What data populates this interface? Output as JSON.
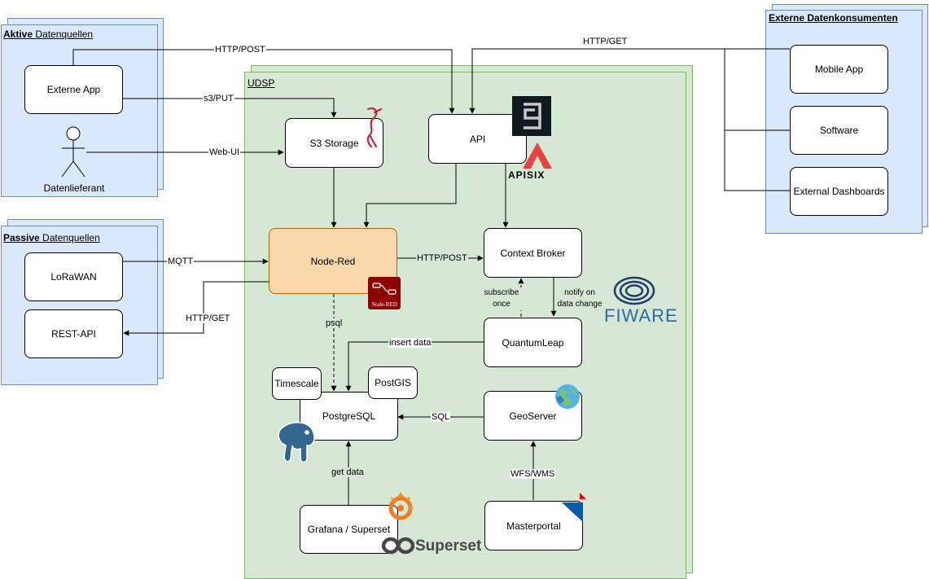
{
  "groups": {
    "aktive": {
      "title_bold": "Aktive",
      "title_rest": " Datenquellen"
    },
    "passive": {
      "title_bold": "Passive",
      "title_rest": " Datenquellen"
    },
    "externe": {
      "title": "Externe Datenkonsumenten"
    },
    "udsp": {
      "title": "UDSP"
    }
  },
  "nodes": {
    "externe_app": "Externe App",
    "datenlieferant": "Datenlieferant",
    "lorawan": "LoRaWAN",
    "rest_api": "REST-API",
    "s3_storage": "S3 Storage",
    "api": "API",
    "node_red": "Node-Red",
    "context_broker": "Context Broker",
    "quantumleap": "QuantumLeap",
    "timescale": "Timescale",
    "postgis": "PostGIS",
    "postgresql": "PostgreSQL",
    "geoserver": "GeoServer",
    "grafana": "Grafana / Superset",
    "masterportal": "Masterportal",
    "mobile_app": "Mobile App",
    "software": "Software",
    "external_dashboards": "External Dashboards"
  },
  "edges": {
    "http_post_top": "HTTP/POST",
    "http_get_top": "HTTP/GET",
    "s3_put": "s3/PUT",
    "web_ui": "Web-UI",
    "mqtt": "MQTT",
    "http_get_rest": "HTTP/GET",
    "http_post_cb": "HTTP/POST",
    "subscribe_once": "subscribe once",
    "notify": "notify on data change",
    "psql": "psql",
    "insert_data": "insert data",
    "sql": "SQL",
    "get_data": "get data",
    "wfs_wms": "WFS/WMS"
  },
  "logos": {
    "apisix": "APISIX",
    "node_red_logo": "Node-RED",
    "fiware": "FIWARE",
    "superset": "Superset"
  }
}
